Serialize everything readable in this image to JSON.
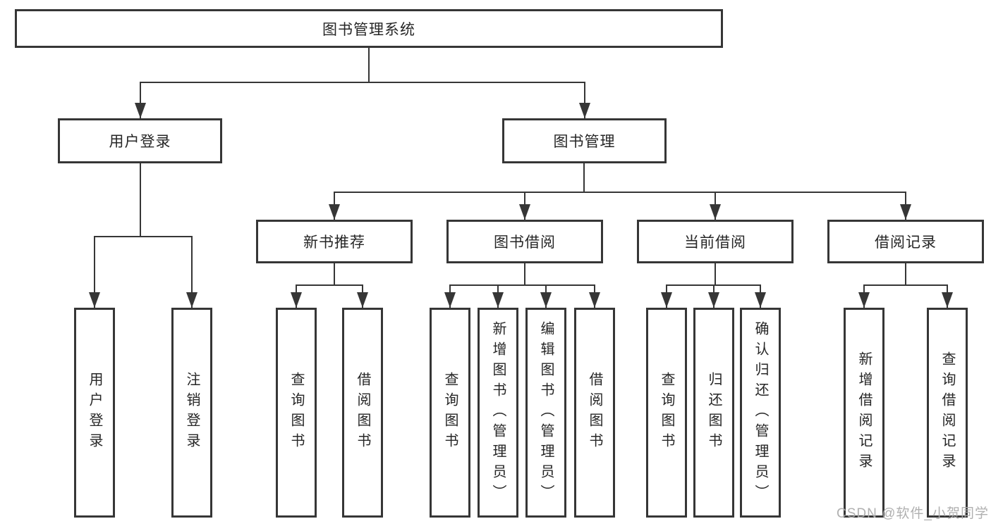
{
  "diagram": {
    "root": {
      "label": "图书管理系统"
    },
    "branches": {
      "user_login": {
        "label": "用户登录",
        "children": [
          {
            "label": "用户登录"
          },
          {
            "label": "注销登录"
          }
        ]
      },
      "book_mgmt": {
        "label": "图书管理"
      }
    },
    "modules": [
      {
        "label": "新书推荐",
        "children": [
          {
            "label": "查询图书"
          },
          {
            "label": "借阅图书"
          }
        ]
      },
      {
        "label": "图书借阅",
        "children": [
          {
            "label": "查询图书"
          },
          {
            "label": "新增图书（管理员）"
          },
          {
            "label": "编辑图书（管理员）"
          },
          {
            "label": "借阅图书"
          }
        ]
      },
      {
        "label": "当前借阅",
        "children": [
          {
            "label": "查询图书"
          },
          {
            "label": "归还图书"
          },
          {
            "label": "确认归还（管理员）"
          }
        ]
      },
      {
        "label": "借阅记录",
        "children": [
          {
            "label": "新增借阅记录"
          },
          {
            "label": "查询借阅记录"
          }
        ]
      }
    ],
    "colors": {
      "line": "#363636",
      "box_border": "#363636",
      "text": "#262626",
      "watermark": "#acacac"
    }
  },
  "watermark": "CSDN @软件_小贺同学"
}
